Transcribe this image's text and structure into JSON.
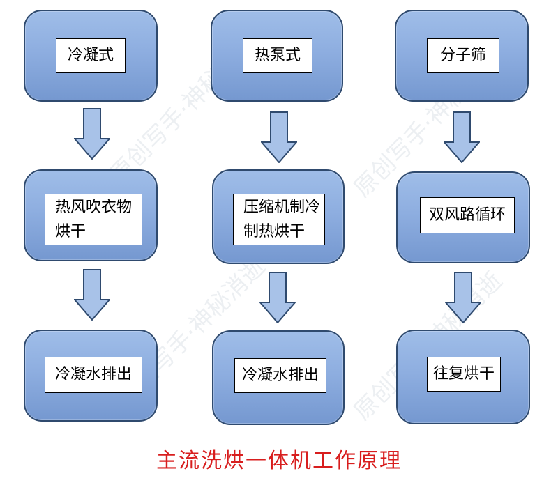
{
  "columns": [
    {
      "steps": [
        "冷凝式",
        "热风吹衣物烘干",
        "冷凝水排出"
      ]
    },
    {
      "steps": [
        "热泵式",
        "压缩机制冷制热烘干",
        "冷凝水排出"
      ]
    },
    {
      "steps": [
        "分子筛",
        "双风路循环",
        "往复烘干"
      ]
    }
  ],
  "labels_split": {
    "col1_step2_line1": "热风吹衣物",
    "col1_step2_line2": "烘干",
    "col2_step2_line1": "压缩机制冷",
    "col2_step2_line2": "制热烘干"
  },
  "title": "主流洗烘一体机工作原理",
  "watermark": "原创写手·神秘消逝",
  "colors": {
    "panel_top": "#9fbde8",
    "panel_bottom": "#7598d0",
    "panel_border": "#2f4a6e",
    "arrow_fill": "#a8c2e8",
    "arrow_stroke": "#2f4a6e",
    "title": "#d81e1e"
  }
}
